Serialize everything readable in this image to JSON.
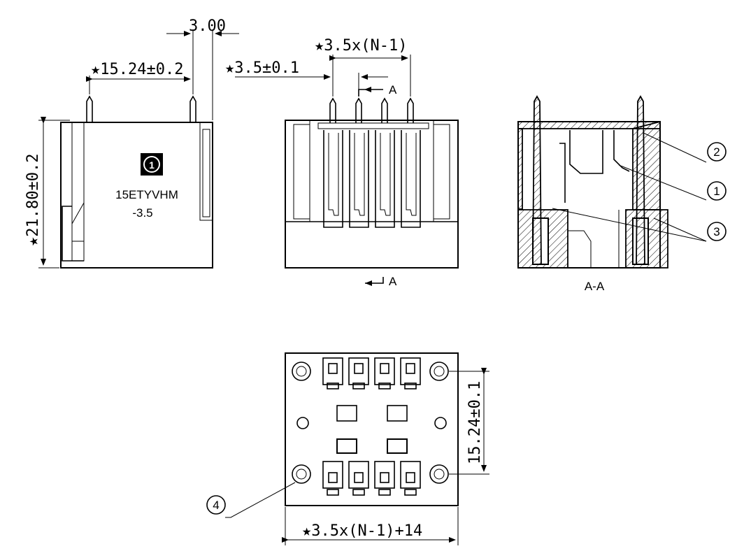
{
  "dimensions": {
    "pin_offset": "3.00",
    "row_spacing": "★15.24±0.2",
    "height": "★21.80±0.2",
    "pitch_first": "★3.5±0.1",
    "pitch_series": "★3.5x(N-1)",
    "row_spacing_bottom": "15.24±0.1",
    "total_width": "★3.5x(N-1)+14"
  },
  "side_view": {
    "logo_number": "1",
    "part_number": "15ETYVHM",
    "pitch_suffix": "-3.5"
  },
  "section": {
    "marker_top": "A",
    "marker_bottom": "A",
    "title": "A-A"
  },
  "callouts": [
    "1",
    "2",
    "3",
    "4"
  ]
}
